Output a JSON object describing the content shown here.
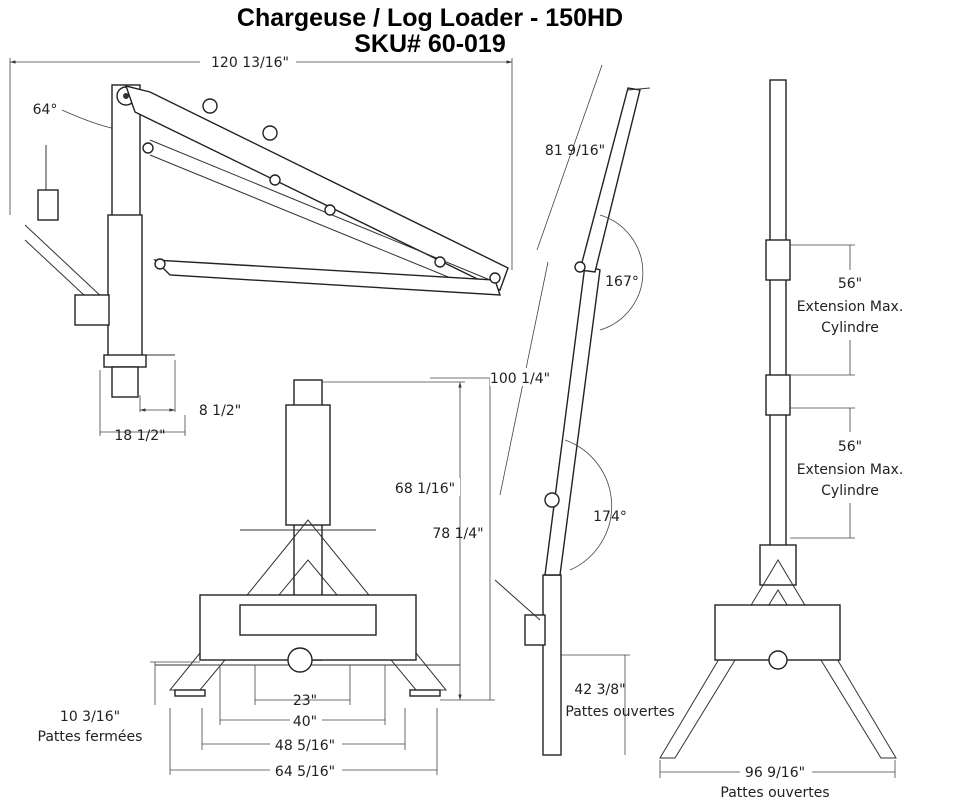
{
  "title": {
    "line1": "Chargeuse / Log Loader - 150HD",
    "line2": "SKU# 60-019"
  },
  "side_view": {
    "overall_length": "120 13/16\"",
    "angle": "64°",
    "offset_small": "8 1/2\"",
    "offset_base": "18 1/2\""
  },
  "front_view": {
    "height_mast": "68 1/16\"",
    "height_total": "78 1/4\"",
    "width_23": "23\"",
    "width_40": "40\"",
    "width_48": "48 5/16\"",
    "width_64": "64 5/16\"",
    "leg_height": "10 3/16\"",
    "leg_height_note": "Pattes fermées"
  },
  "raised_view": {
    "upper_length": "81 9/16\"",
    "upper_angle": "167°",
    "lower_length": "100 1/4\"",
    "lower_angle": "174°",
    "height": "42 3/8\"",
    "height_note": "Pattes ouvertes"
  },
  "rear_view": {
    "ext1": "56\"",
    "ext1_note1": "Extension Max.",
    "ext1_note2": "Cylindre",
    "ext2": "56\"",
    "ext2_note1": "Extension Max.",
    "ext2_note2": "Cylindre",
    "width": "96 9/16\"",
    "width_note": "Pattes ouvertes"
  }
}
